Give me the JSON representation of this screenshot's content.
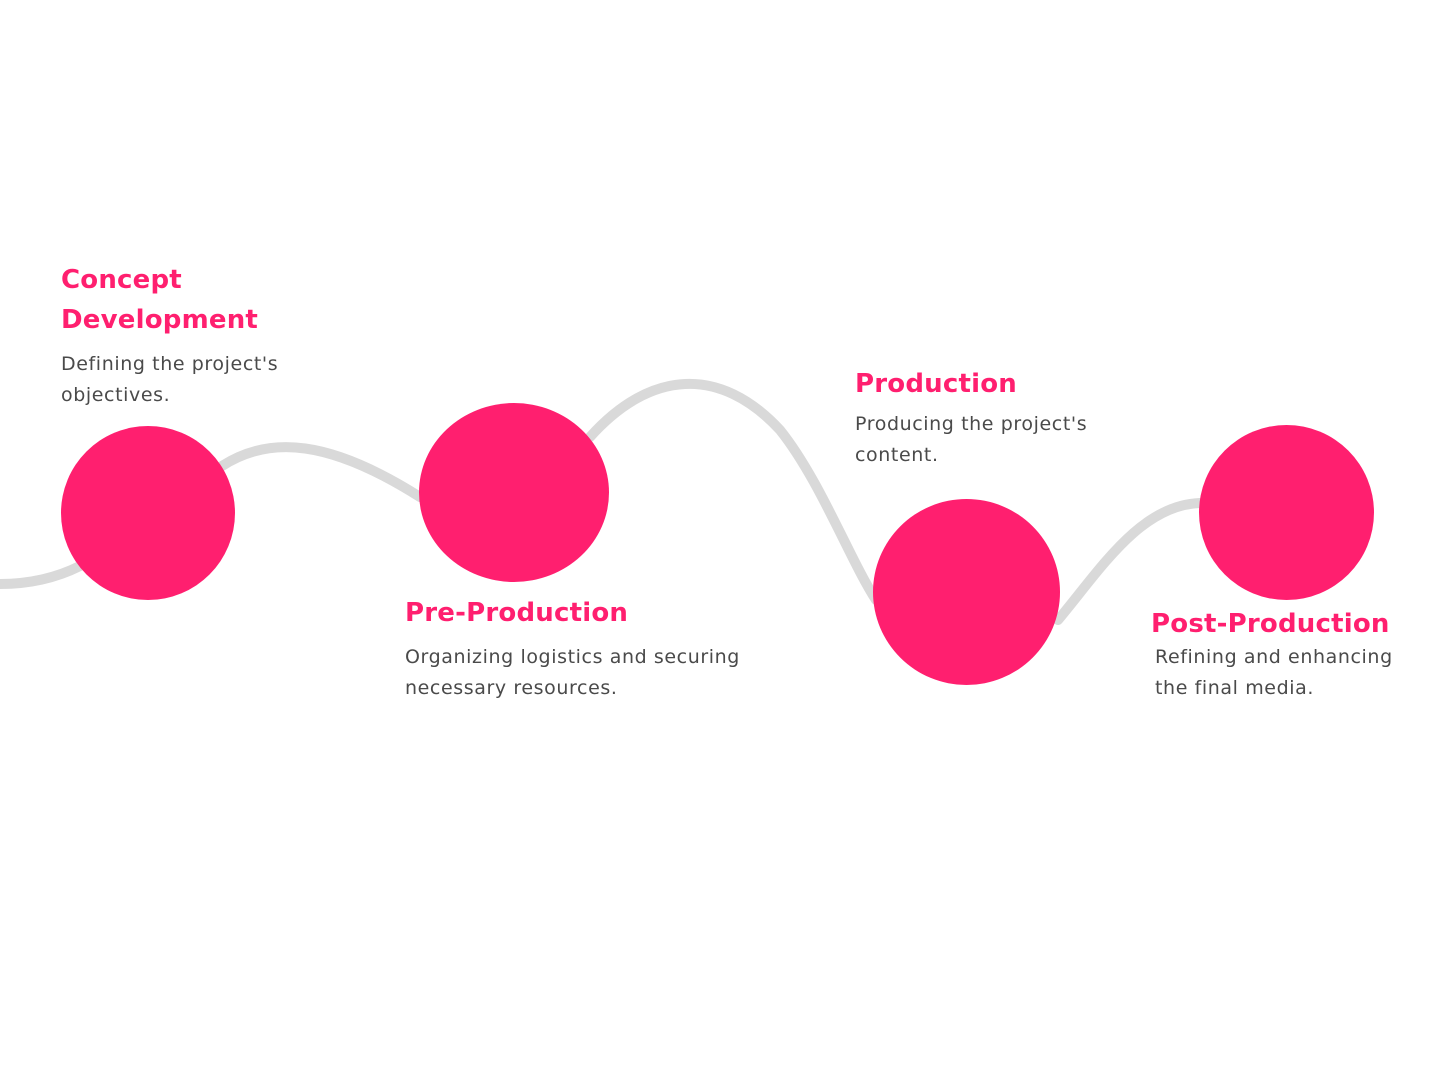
{
  "colors": {
    "accent": "#ff1f6f",
    "connector": "#d9d9d9",
    "text": "#4a4a4a",
    "background": "#ffffff"
  },
  "steps": [
    {
      "title": "Concept Development",
      "description": "Defining the project's objectives."
    },
    {
      "title": "Pre-Production",
      "description": "Organizing logistics and securing necessary resources."
    },
    {
      "title": "Production",
      "description": "Producing the project's content."
    },
    {
      "title": "Post-Production",
      "description": "Refining and enhancing the final media."
    }
  ]
}
